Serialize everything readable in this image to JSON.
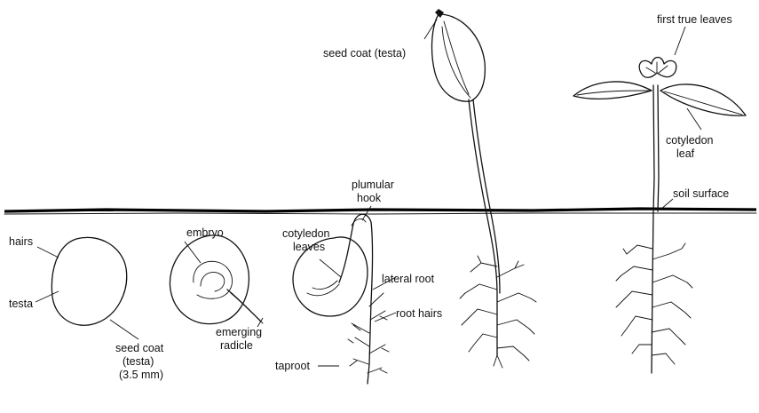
{
  "labels": {
    "hairs": "hairs",
    "testa": "testa",
    "seed_coat_line1": "seed coat",
    "seed_coat_line2": "(testa)",
    "seed_size": "(3.5 mm)",
    "embryo": "embryo",
    "emerging_line1": "emerging",
    "emerging_line2": "radicle",
    "cotyledon_leaves_line1": "cotyledon",
    "cotyledon_leaves_line2": "leaves",
    "plumular_line1": "plumular",
    "plumular_line2": "hook",
    "lateral_root": "lateral root",
    "root_hairs": "root hairs",
    "taproot": "taproot",
    "seed_coat_testa_top": "seed coat (testa)",
    "first_true_leaves": "first true leaves",
    "cotyledon_leaf_line1": "cotyledon",
    "cotyledon_leaf_line2": "leaf",
    "soil_surface": "soil surface"
  }
}
